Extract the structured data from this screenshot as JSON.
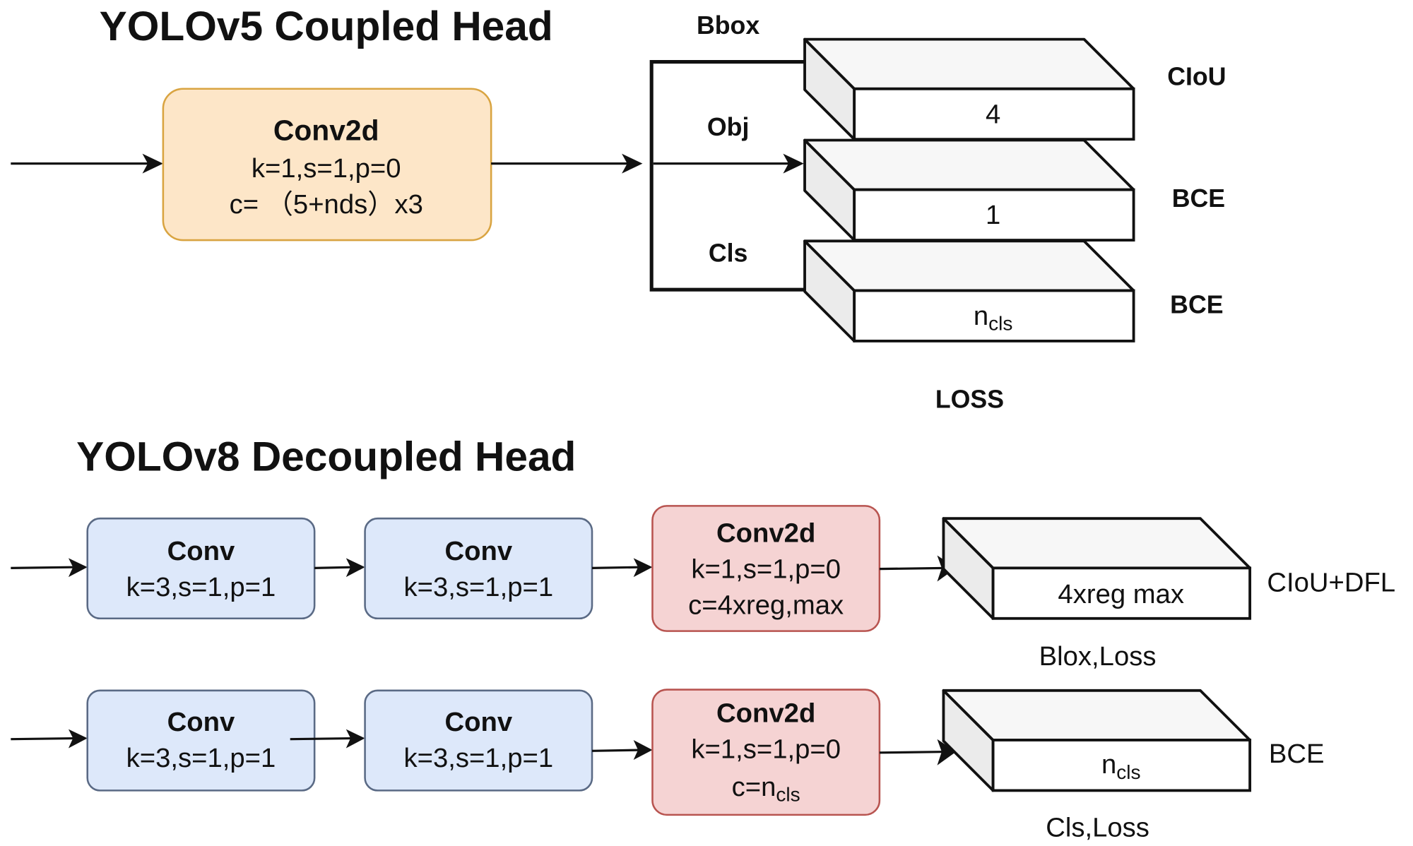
{
  "colors": {
    "orange_fill": "#fde6c8",
    "orange_stroke": "#d9a441",
    "blue_fill": "#dde8fa",
    "blue_stroke": "#5a6a85",
    "red_fill": "#f5d3d3",
    "red_stroke": "#b85450"
  },
  "yolov5": {
    "title": "YOLOv5 Coupled Head",
    "conv": {
      "name": "Conv2d",
      "params": "k=1,s=1,p=0",
      "channels": "c= （5+nds）x3"
    },
    "branches": [
      {
        "label": "Bbox",
        "value": "4",
        "loss": "CIoU"
      },
      {
        "label": "Obj",
        "value": "1",
        "loss": "BCE"
      },
      {
        "label": "Cls",
        "value_main": "n",
        "value_sub": "cls",
        "loss": "BCE"
      }
    ],
    "loss_label": "LOSS"
  },
  "yolov8": {
    "title": "YOLOv8 Decoupled Head",
    "rows": [
      {
        "conv1": {
          "name": "Conv",
          "params": "k=3,s=1,p=1"
        },
        "conv2": {
          "name": "Conv",
          "params": "k=3,s=1,p=1"
        },
        "conv2d": {
          "name": "Conv2d",
          "params": "k=1,s=1,p=0",
          "channels": "c=4xreg,max"
        },
        "output": "4xreg max",
        "loss": "CIoU+DFL",
        "caption": "Blox,Loss"
      },
      {
        "conv1": {
          "name": "Conv",
          "params": "k=3,s=1,p=1"
        },
        "conv2": {
          "name": "Conv",
          "params": "k=3,s=1,p=1"
        },
        "conv2d": {
          "name": "Conv2d",
          "params": "k=1,s=1,p=0",
          "channels_main": "c=n",
          "channels_sub": "cls"
        },
        "output_main": "n",
        "output_sub": "cls",
        "loss": "BCE",
        "caption": "Cls,Loss"
      }
    ]
  }
}
